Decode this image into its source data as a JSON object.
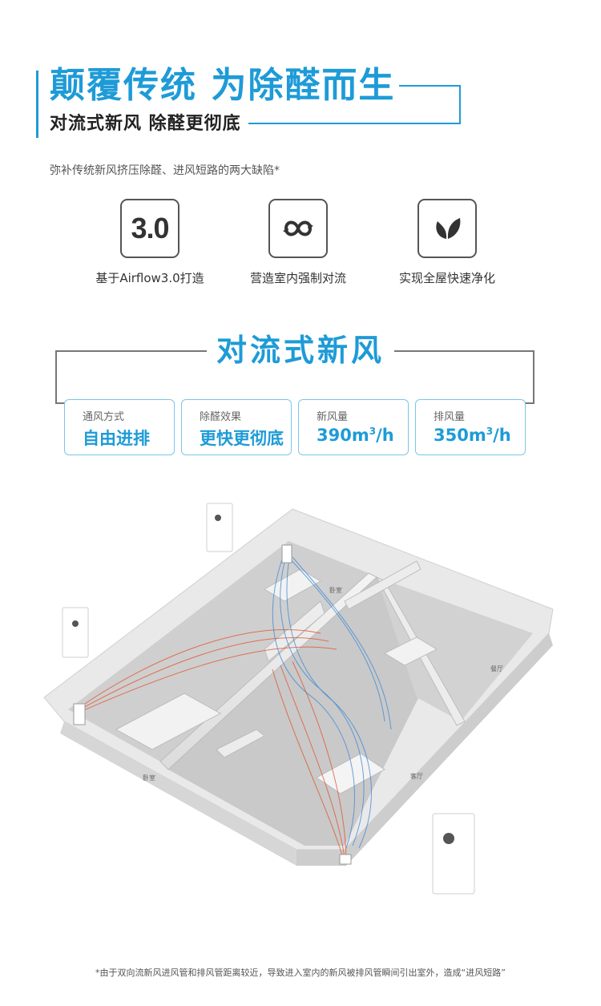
{
  "header": {
    "title": "颠覆传统 为除醛而生",
    "subtitle": "对流式新风 除醛更彻底",
    "description": "弥补传统新风挤压除醛、进风短路的两大缺陷*"
  },
  "features": [
    {
      "icon": "number-3-icon",
      "icon_text": "3.0",
      "label": "基于Airflow3.0打造"
    },
    {
      "icon": "convection-loop-icon",
      "label": "营造室内强制对流"
    },
    {
      "icon": "leaf-icon",
      "label": "实现全屋快速净化"
    }
  ],
  "convection": {
    "title": "对流式新风",
    "specs": [
      {
        "label": "通风方式",
        "value": "自由进排",
        "unit_sup": ""
      },
      {
        "label": "除醛效果",
        "value": "更快更彻底",
        "unit_sup": ""
      },
      {
        "label": "新风量",
        "value": "390m",
        "unit_sup": "3",
        "unit_tail": "/h"
      },
      {
        "label": "排风量",
        "value": "350m",
        "unit_sup": "3",
        "unit_tail": "/h"
      }
    ]
  },
  "floorplan": {
    "rooms": [
      "卧室",
      "卧室",
      "餐厅",
      "客厅"
    ],
    "colors": {
      "intake": "#e2502a",
      "exhaust": "#3b86d4"
    }
  },
  "footnote": "*由于双向流新风进风管和排风管距离较近，导致进入室内的新风被排风管瞬间引出室外，造成“进风短路”",
  "colors": {
    "accent": "#1e9bd7",
    "spec_border": "#7cc6e8"
  }
}
